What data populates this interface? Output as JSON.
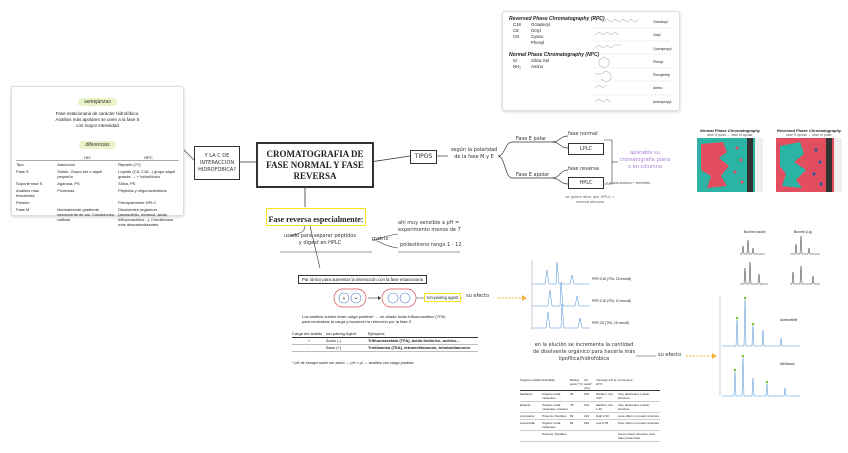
{
  "central": {
    "title": "CROMATOGRAFIA DE FASE NORMAL Y FASE REVERSA"
  },
  "interaction": {
    "label": "Y LA C DE INTERACCION HIDROFOBICA?"
  },
  "left_card": {
    "pill_top": "semejanzas",
    "desc": "Fase estacionaria de carácter hidrofóbico. Analitos más apolares se unen a la fase S con mayor intensidad",
    "pill_diff": "diferencias",
    "col_hic": "HIC",
    "col_rpc": "RPC",
    "rows": [
      {
        "k": "Tipo",
        "a": "Adsorción",
        "b": "Reparto (??)"
      },
      {
        "k": "Fase S",
        "a": "Sólido. Grupo enl o alquil pequeño",
        "b": "Líquido (C8, C18...) grupo alquil grande → + hidrofóbico"
      },
      {
        "k": "Soporte fase S",
        "a": "Agarosa, PS",
        "b": "Sílica, PS"
      },
      {
        "k": "Analitos más frecuentes",
        "a": "Proteínas",
        "b": "Péptidos y oligonucleótidos"
      },
      {
        "k": "Presión",
        "a": "",
        "b": "Principalmente HPLC"
      },
      {
        "k": "Fase M",
        "a": "Normalmente gradiente decreciente de sal. Condiciones nativas.",
        "b": "Disolventes orgánicos (acetonitrilo, metanol, ácido trifluoroacético...). Condiciones más desnaturalizantes"
      }
    ]
  },
  "top_card": {
    "rpc_title": "Reversed Phase Chromatography (RPC)",
    "rpc_rows": [
      [
        "C18",
        "Octadecyl"
      ],
      [
        "C8",
        "Octyl"
      ],
      [
        "CN",
        "Cyano"
      ],
      [
        "",
        "Phenyl"
      ]
    ],
    "npc_title": "Normal Phase Chromatography (NPC)",
    "npc_rows": [
      [
        "Si",
        "Silica Gel"
      ],
      [
        "NH₂",
        "Amino"
      ]
    ],
    "right_labels": [
      "Octadecyl",
      "Octyl",
      "Cyanopropyl",
      "Phenyl",
      "Phenylethyl",
      "Amino",
      "Aminopropyl"
    ]
  },
  "tipos": {
    "label": "TIPOS",
    "criterion": "según la polaridad de la fase M y E",
    "branch_polar": "Fase E polar",
    "branch_apolar": "Fase E apolar",
    "normal_label": "fase normal",
    "normal_box": "LPLC",
    "reversa_label": "fase reversa",
    "reversa_box": "HPLC",
    "reversa_note": "+ usada analitos + sensibles",
    "footnote": "se quiere decir que HPLC = reversa siempre",
    "applicable": "aplicable su cromatografía plana o en columna"
  },
  "images": {
    "normal_title": "Normal Phase Chromatography",
    "normal_sub": "fase S polar ← fase M apolar",
    "reversed_title": "Reversed Phase Chromatography",
    "reversed_sub": "fase S apolar ← fase M polar"
  },
  "especial": {
    "title": "Fase reversa especialmente:",
    "usado": "usado para separar péptidos y digest en HPLC",
    "sensible": "ahí muy sensible a pH = experimento menos de 7",
    "matriz": "matriz:",
    "poliestireno": "poliestireno rango 1 - 12"
  },
  "ion_pair": {
    "heading": "Par iónico para aumentar la interacción con la fase estacionaria",
    "agent_label": "Ion-pairing agent",
    "note": "Los analitos suelen tener carga positiva* → se añade ácido trifluoroacético (TFA) para neutralizar la carga y favorecer la retención por la fase S",
    "table_head": [
      "Carga del analito",
      "Ion-pairing Agent",
      "Ejemplos"
    ],
    "table_rows": [
      [
        "+",
        "Ácido (-)",
        "Trifluoroacetato (TFA), ácido fosfórico, acético..."
      ],
      [
        "-",
        "Base (+)",
        "Trietilamina (TEA), tetrametilamonio, tetrabutilamonio"
      ]
    ],
    "footnote": "* pH de ensayo suele ser ácido → pH < pI → analitos con carga positiva"
  },
  "effects": {
    "su_efecto_1": "su efecto",
    "su_efecto_2": "su efecto",
    "elution": "en la elución se incrementa la cantidad de disolvente orgánico para hacerla más lipofílica/hidrofóbica"
  },
  "solvent_table": {
    "head": [
      "Organic modifier",
      "Suitability",
      "Boiling point (°C)",
      "UV cutoff (nm)",
      "Viscosity mP at 20°C",
      "Comments"
    ],
    "rows": [
      [
        "Methanol",
        "Organic small molecules",
        "65",
        "205",
        "Medium: low 0.60",
        "Very destructive protein structure"
      ],
      [
        "Ethanol",
        "Organic small molecules, proteins",
        "78",
        "210",
        "Medium: low 1.20",
        "Very destructive protein structure"
      ],
      [
        "2-propanol",
        "Proteins, Peptides",
        "82",
        "210",
        "High 2.30",
        "Less effect on protein structure"
      ],
      [
        "Acetonitrile",
        "Organic small molecules",
        "82",
        "190",
        "Low 0.35",
        "Poor effect on protein structure"
      ],
      [
        "",
        "Proteins, Peptides",
        "",
        "",
        "",
        "Good protein structure, less than protein bias"
      ]
    ]
  },
  "chromatograms": {
    "top_labels": [
      "PRP-C18 (TFA, 15 mmol/l)",
      "PRP-C18 (TFA, 10 mmol/l)",
      "PRP-C8 (TFA, 15 mmol/l)"
    ],
    "right_top": [
      "Bovine insulin",
      "Bovine β-lg"
    ],
    "right_labels": [
      "Acetonitrile",
      "Methanol"
    ]
  },
  "colors": {
    "highlight": "#f7e11a",
    "pill": "#e9f3c8",
    "arrow": "#f1b53a",
    "applicable": "#a77fd6"
  }
}
